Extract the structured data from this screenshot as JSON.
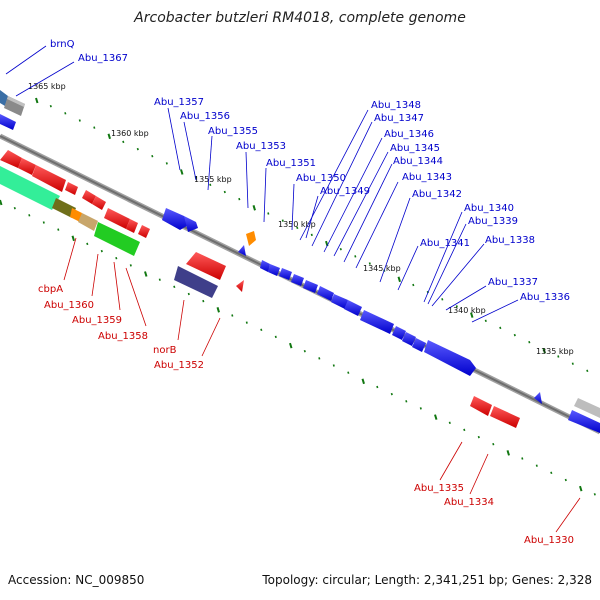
{
  "title": "Arcobacter butzleri RM4018, complete genome",
  "footer": {
    "accession": "Accession: NC_009850",
    "topology": "Topology: circular; Length: 2,341,251 bp; Genes: 2,328"
  },
  "colors": {
    "forward_strand": "#0000ee",
    "reverse_strand": "#ee0000",
    "backbone": "#777777",
    "tick": "#117711",
    "accent_orange": "#ff8c00",
    "accent_green": "#22cc22",
    "accent_navy": "#33337a"
  },
  "scale_labels": [
    "1365 kbp",
    "1360 kbp",
    "1355 kbp",
    "1350 kbp",
    "1345 kbp",
    "1340 kbp",
    "1335 kbp"
  ],
  "genes_top": [
    "brnQ",
    "Abu_1367",
    "Abu_1357",
    "Abu_1356",
    "Abu_1355",
    "Abu_1353",
    "Abu_1351",
    "Abu_1350",
    "Abu_1349",
    "Abu_1348",
    "Abu_1347",
    "Abu_1346",
    "Abu_1345",
    "Abu_1344",
    "Abu_1343",
    "Abu_1342",
    "Abu_1341",
    "Abu_1340",
    "Abu_1339",
    "Abu_1338",
    "Abu_1337",
    "Abu_1336"
  ],
  "genes_bottom": [
    "cbpA",
    "Abu_1360",
    "Abu_1359",
    "Abu_1358",
    "norB",
    "Abu_1352",
    "Abu_1335",
    "Abu_1334",
    "Abu_1330"
  ]
}
